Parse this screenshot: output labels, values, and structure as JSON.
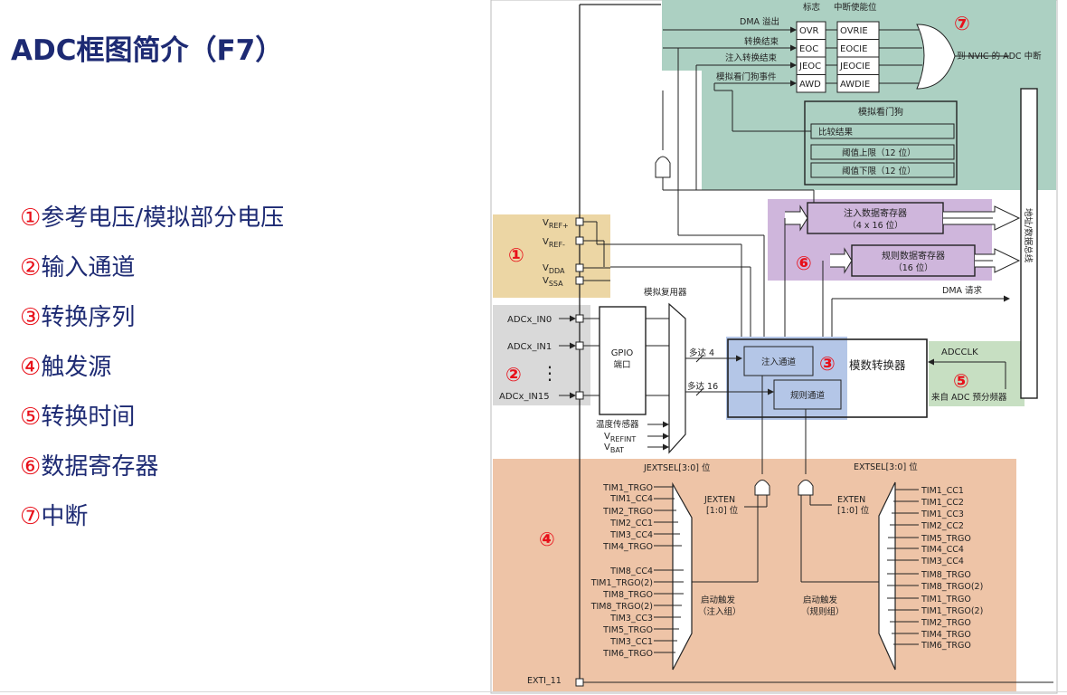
{
  "slide": {
    "title": "ADC框图简介（F7）",
    "legend": [
      {
        "num": "①",
        "text": "参考电压/模拟部分电压"
      },
      {
        "num": "②",
        "text": "输入通道"
      },
      {
        "num": "③",
        "text": "转换序列"
      },
      {
        "num": "④",
        "text": "触发源"
      },
      {
        "num": "⑤",
        "text": "转换时间"
      },
      {
        "num": "⑥",
        "text": "数据寄存器"
      },
      {
        "num": "⑦",
        "text": "中断"
      }
    ]
  },
  "diagram": {
    "colors": {
      "ref_zone": "#ecd6a4",
      "input_zone": "#d9d9d9",
      "sequence_zone": "#b4c6e7",
      "trigger_zone": "#eec4a7",
      "clock_zone": "#c7dfc2",
      "register_zone": "#cfb6dc",
      "interrupt_zone": "#acd0c2",
      "badge": "#e8101a"
    },
    "badges": [
      "①",
      "②",
      "③",
      "④",
      "⑤",
      "⑥",
      "⑦"
    ],
    "interrupt": {
      "flag_header": "标志",
      "enable_header": "中断使能位",
      "sources": [
        "DMA 溢出",
        "转换结束",
        "注入转换结束",
        "模拟看门狗事件"
      ],
      "flags": [
        "OVR",
        "EOC",
        "JEOC",
        "AWD"
      ],
      "enables": [
        "OVRIE",
        "EOCIE",
        "JEOCIE",
        "AWDIE"
      ],
      "output": "到 NVIC 的 ADC 中断"
    },
    "watchdog": {
      "title": "模拟看门狗",
      "rows": [
        "比较结果",
        "阈值上限（12 位）",
        "阈值下限（12 位）"
      ]
    },
    "registers": {
      "injected": "注入数据寄存器",
      "injected_size": "（4 x 16 位）",
      "regular": "规则数据寄存器",
      "regular_size": "（16 位）",
      "dma": "DMA 请求",
      "bus": "地址/数据总线"
    },
    "refs": {
      "vref_plus": "V",
      "vref_plus_sub": "REF+",
      "vref_minus": "V",
      "vref_minus_sub": "REF-",
      "vdda": "V",
      "vdda_sub": "DDA",
      "vssa": "V",
      "vssa_sub": "SSA"
    },
    "inputs": {
      "channels": [
        "ADCx_IN0",
        "ADCx_IN1",
        "ADCx_IN15"
      ],
      "dots": "⋮",
      "gpio": "GPIO",
      "gpio_sub": "端口",
      "mux": "模拟复用器",
      "internal": [
        "温度传感器",
        "V",
        "V"
      ],
      "internal_subs": [
        "",
        "REFINT",
        "BAT"
      ]
    },
    "converter": {
      "injected_channel": "注入通道",
      "regular_channel": "规则通道",
      "title": "模数转换器",
      "up_to_4": "多达 4",
      "up_to_16": "多达 16",
      "adcclk": "ADCCLK",
      "prescaler": "来自 ADC 预分频器"
    },
    "triggers": {
      "jextsel": "JEXTSEL[3:0] 位",
      "extsel": "EXTSEL[3:0] 位",
      "jexten": "JEXTEN",
      "jexten_bits": "[1:0] 位",
      "exten": "EXTEN",
      "exten_bits": "[1:0] 位",
      "inj_trigger": "启动触发",
      "inj_group": "（注入组）",
      "reg_trigger": "启动触发",
      "reg_group": "（规则组）",
      "injected_sources": [
        "TIM1_TRGO",
        "TIM1_CC4",
        "TIM2_TRGO",
        "TIM2_CC1",
        "TIM3_CC4",
        "TIM4_TRGO",
        "TIM8_CC4",
        "TIM1_TRGO(2)",
        "TIM8_TRGO",
        "TIM8_TRGO(2)",
        "TIM3_CC3",
        "TIM5_TRGO",
        "TIM3_CC1",
        "TIM6_TRGO"
      ],
      "regular_sources": [
        "TIM1_CC1",
        "TIM1_CC2",
        "TIM1_CC3",
        "TIM2_CC2",
        "TIM5_TRGO",
        "TIM4_CC4",
        "TIM3_CC4",
        "TIM8_TRGO",
        "TIM8_TRGO(2)",
        "TIM1_TRGO",
        "TIM1_TRGO(2)",
        "TIM2_TRGO",
        "TIM4_TRGO",
        "TIM6_TRGO"
      ],
      "exti": "EXTI_11"
    }
  }
}
